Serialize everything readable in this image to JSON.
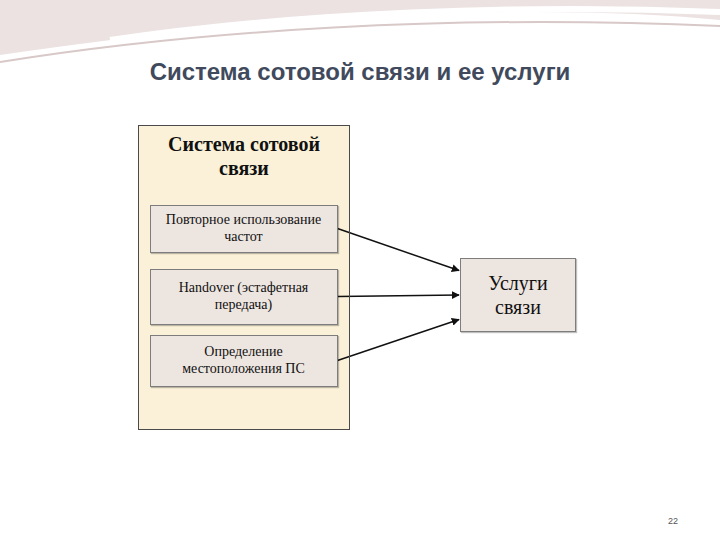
{
  "diagram": {
    "title": "Система сотовой связи и ее услуги",
    "nodes": [
      {
        "text": [
          "Система сотовой связи"
        ]
      },
      {
        "text": [
          "Повторное использование частот"
        ],
        "in": 0
      },
      {
        "text": [
          "Handover (эстафетная передача)"
        ],
        "in": 0
      },
      {
        "text": [
          "Определение местоположения ПС"
        ],
        "in": 0
      },
      {
        "text": [
          "Услуги связи"
        ]
      }
    ],
    "edges": [
      {
        "from": 1,
        "to": 4,
        "arrow": "to"
      },
      {
        "from": 2,
        "to": 4,
        "arrow": "to"
      },
      {
        "from": 3,
        "to": 4,
        "arrow": "to"
      }
    ],
    "labels": [
      "22"
    ]
  }
}
